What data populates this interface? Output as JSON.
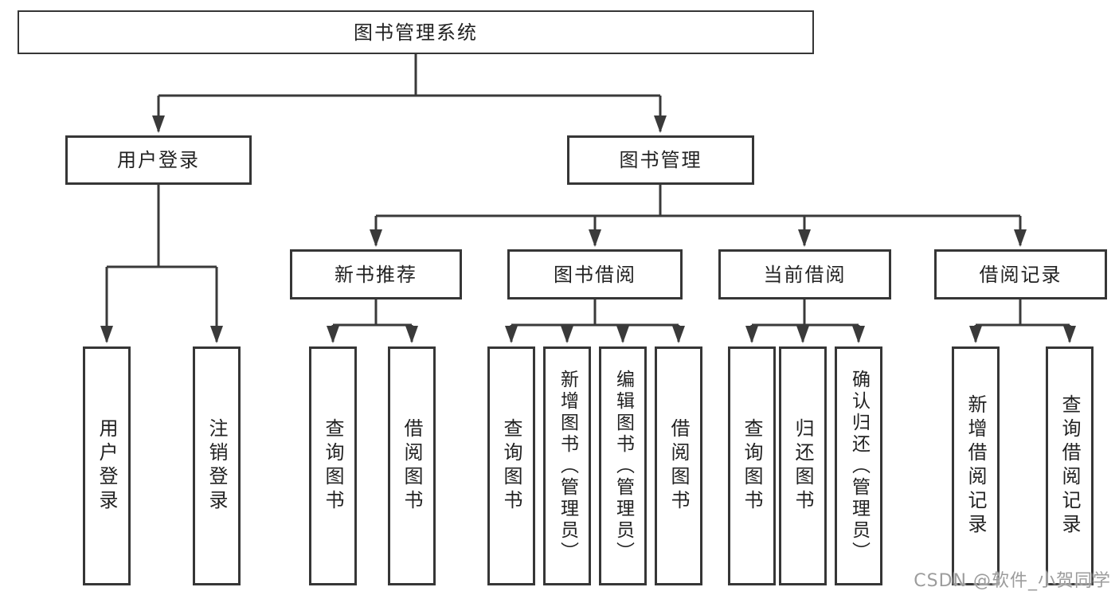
{
  "diagram": {
    "nodes": {
      "root": {
        "label": "图书管理系统"
      },
      "user_login": {
        "label": "用户登录"
      },
      "book_mgmt": {
        "label": "图书管理"
      },
      "new_books": {
        "label": "新书推荐"
      },
      "book_borrow": {
        "label": "图书借阅"
      },
      "current_borrow": {
        "label": "当前借阅"
      },
      "borrow_records": {
        "label": "借阅记录"
      },
      "leaf_user_login": {
        "label": "用户登录"
      },
      "leaf_logout": {
        "label": "注销登录"
      },
      "leaf_nb_query": {
        "label": "查询图书"
      },
      "leaf_nb_borrow": {
        "label": "借阅图书"
      },
      "leaf_bb_query": {
        "label": "查询图书"
      },
      "leaf_bb_add": {
        "label": "新增图书（管理员）"
      },
      "leaf_bb_edit": {
        "label": "编辑图书（管理员）"
      },
      "leaf_bb_borrow": {
        "label": "借阅图书"
      },
      "leaf_cb_query": {
        "label": "查询图书"
      },
      "leaf_cb_return": {
        "label": "归还图书"
      },
      "leaf_cb_confirm": {
        "label": "确认归还（管理员）"
      },
      "leaf_br_add": {
        "label": "新增借阅记录"
      },
      "leaf_br_query": {
        "label": "查询借阅记录"
      }
    },
    "colors": {
      "line": "#3a3a3a",
      "border": "#363636",
      "text": "#222222",
      "background": "#ffffff",
      "watermark": "#9c9c9c"
    }
  },
  "watermark": {
    "text": "CSDN @软件_小贺同学"
  }
}
